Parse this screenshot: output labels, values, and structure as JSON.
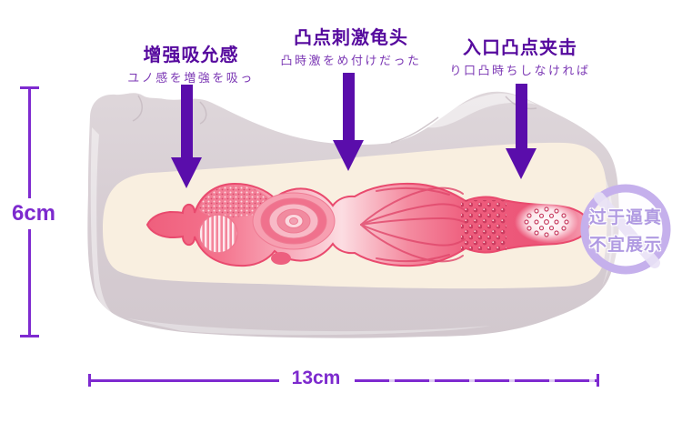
{
  "annotations": {
    "labels": [
      {
        "heading": "增强吸允感",
        "subtitle": "ユノ感を増強を吸っ"
      },
      {
        "heading": "凸点刺激龟头",
        "subtitle": "凸時激をめ付けだった"
      },
      {
        "heading": "入口凸点夹击",
        "subtitle": "り口凸時ちしなければ"
      }
    ]
  },
  "dimensions": {
    "height_label": "6cm",
    "length_label": "13cm"
  },
  "badge": {
    "line1": "过于逼真",
    "line2": "不宜展示"
  },
  "icons": {
    "arrows": [
      "arrow-down-icon",
      "arrow-down-icon",
      "arrow-down-icon"
    ],
    "badge_icon": "no-prohibition-icon"
  },
  "colors": {
    "heading_purple": "#560a9e",
    "subtitle_purple": "#7b37b4",
    "arrow_purple": "#5a0dab",
    "dimension_purple": "#7e2ad0",
    "badge_ring_purple": "#c5b0ec",
    "badge_text_purple": "#b09ae2",
    "outer_body_gray": "#d7cdd2",
    "inner_panel_cream": "#f9efe0",
    "tunnel_pink": "#f0657f",
    "tunnel_dark_pink": "#e94a6e"
  }
}
